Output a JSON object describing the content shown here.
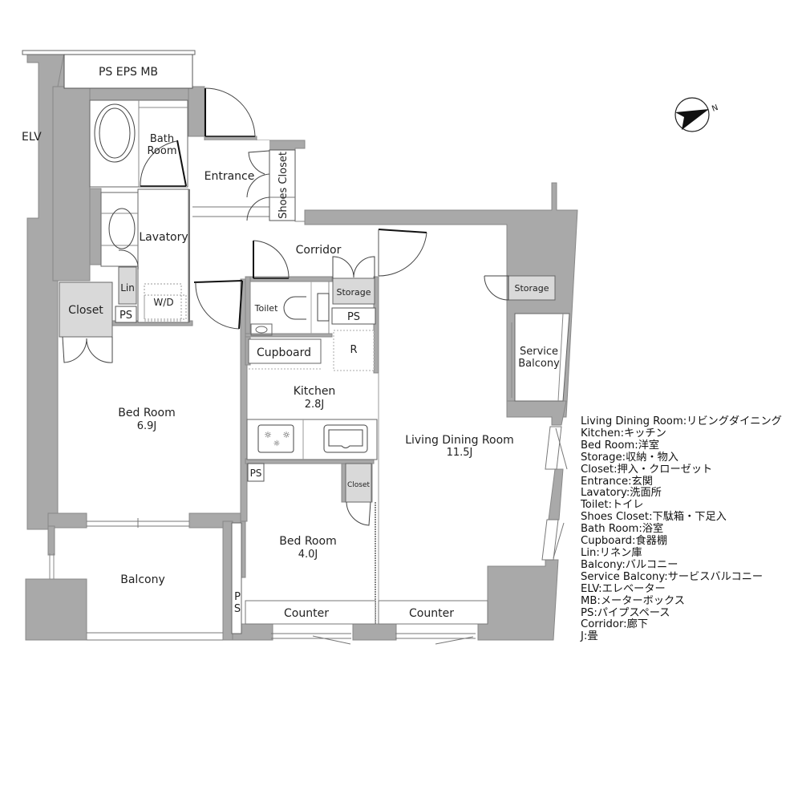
{
  "plan": {
    "colors": {
      "wall": "#a9a9a9",
      "wall_stroke": "#777777",
      "storage_fill": "#d9d9d9",
      "line": "#555555",
      "background": "#ffffff"
    },
    "compass": {
      "label": "N"
    },
    "rooms": {
      "ps_eps_mb": "PS EPS MB",
      "elv": "ELV",
      "bath_room_1": "Bath",
      "bath_room_2": "Room",
      "entrance": "Entrance",
      "shoes_closet": "Shoes Closet",
      "lavatory": "Lavatory",
      "corridor": "Corridor",
      "lin": "Lin",
      "wd": "W/D",
      "closet_big": "Closet",
      "ps_1": "PS",
      "toilet": "Toilet",
      "storage_1": "Storage",
      "ps_2": "PS",
      "cupboard": "Cupboard",
      "fridge": "R",
      "storage_2": "Storage",
      "service_balcony_1": "Service",
      "service_balcony_2": "Balcony",
      "kitchen": "Kitchen",
      "kitchen_area": "2.8J",
      "bed_room_1": "Bed Room",
      "bed_room_1_area": "6.9J",
      "living_dining": "Living Dining Room",
      "living_dining_area": "11.5J",
      "ps_3": "PS",
      "closet_small": "Closet",
      "bed_room_2": "Bed Room",
      "bed_room_2_area": "4.0J",
      "balcony": "Balcony",
      "ps_vertical_p": "P",
      "ps_vertical_s": "S",
      "counter_1": "Counter",
      "counter_2": "Counter"
    }
  },
  "legend": [
    "Living Dining Room:リビングダイニング",
    "Kitchen:キッチン",
    "Bed Room:洋室",
    "Storage:収納・物入",
    "Closet:押入・クローゼット",
    "Entrance:玄関",
    "Lavatory:洗面所",
    "Toilet:トイレ",
    "Shoes Closet:下駄箱・下足入",
    "Bath Room:浴室",
    "Cupboard:食器棚",
    "Lin:リネン庫",
    "Balcony:バルコニー",
    "Service Balcony:サービスバルコニー",
    "ELV:エレベーター",
    "MB:メーターボックス",
    "PS:パイプスペース",
    "Corridor:廊下",
    "J:畳"
  ]
}
